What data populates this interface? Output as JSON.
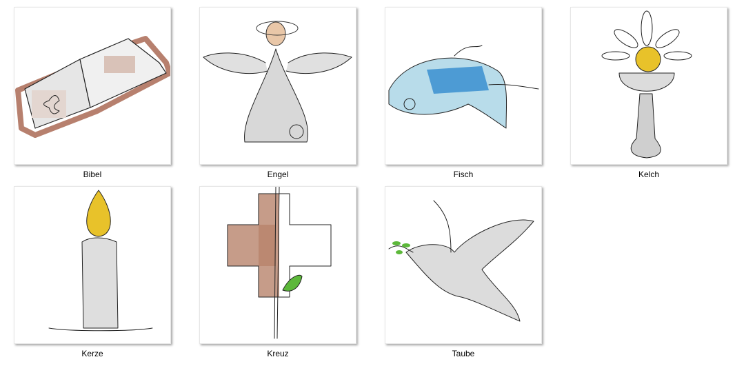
{
  "files": [
    {
      "name": "Bibel",
      "icon": "bible-embroidery"
    },
    {
      "name": "Engel",
      "icon": "angel-embroidery"
    },
    {
      "name": "Fisch",
      "icon": "fish-embroidery"
    },
    {
      "name": "Kelch",
      "icon": "chalice-embroidery"
    },
    {
      "name": "Kerze",
      "icon": "candle-embroidery"
    },
    {
      "name": "Kreuz",
      "icon": "cross-embroidery"
    },
    {
      "name": "Taube",
      "icon": "dove-embroidery"
    }
  ],
  "colors": {
    "brown": "#a5604a",
    "grey": "#cfcfcf",
    "blue": "#3a8fd0",
    "lightblue": "#9fd0e3",
    "yellow": "#e8c22a",
    "green": "#5cb83a",
    "skin": "#e9c7a8"
  }
}
